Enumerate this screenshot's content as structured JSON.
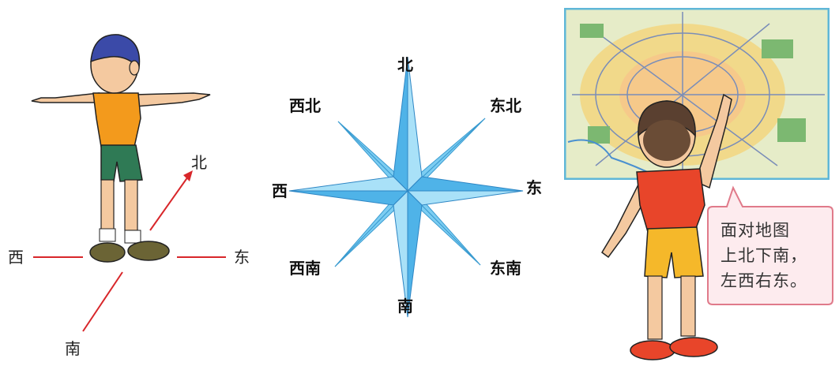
{
  "left_scene": {
    "dir_north": "北",
    "dir_south": "南",
    "dir_east": "东",
    "dir_west": "西"
  },
  "compass": {
    "north": "北",
    "south": "南",
    "east": "东",
    "west": "西",
    "northeast": "东北",
    "northwest": "西北",
    "southeast": "东南",
    "southwest": "西南"
  },
  "right_scene": {
    "bubble_lines": [
      "面对地图",
      "上北下南，",
      "左西右东。"
    ]
  },
  "colors": {
    "arrow_red": "#d8262a",
    "star_blue": "#4fb3e8",
    "shirt_orange": "#f39a1c",
    "shirt_red": "#e8452a",
    "shorts_green": "#2f7a55",
    "shorts_yellow": "#f5b82a",
    "bubble_border": "#e07a8a",
    "bubble_fill": "#fdebee",
    "map_border": "#5fb7d8"
  }
}
